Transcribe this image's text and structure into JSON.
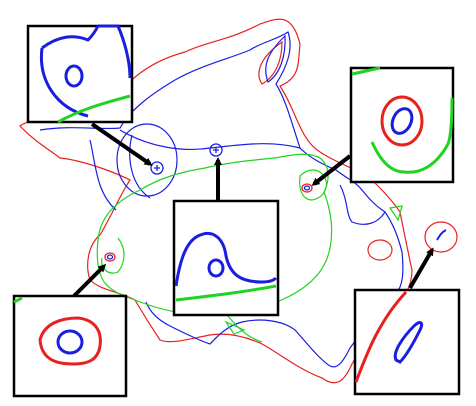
{
  "colors": {
    "red": "#e8211f",
    "blue": "#1a1ee0",
    "green": "#21d321",
    "black": "#000000",
    "background": "#ffffff"
  },
  "figure": {
    "main_curves": [
      "red-outer-boundary",
      "blue-middle-boundary",
      "green-inner-boundary"
    ],
    "markers": [
      "blue-cross-marker-left",
      "blue-cross-marker-top",
      "blue-red-marker-right",
      "blue-red-marker-left",
      "blue-hook-marker-far-right"
    ],
    "zoom_insets": [
      "inset-top-left",
      "inset-top-right",
      "inset-center",
      "inset-bottom-left",
      "inset-bottom-right"
    ]
  }
}
